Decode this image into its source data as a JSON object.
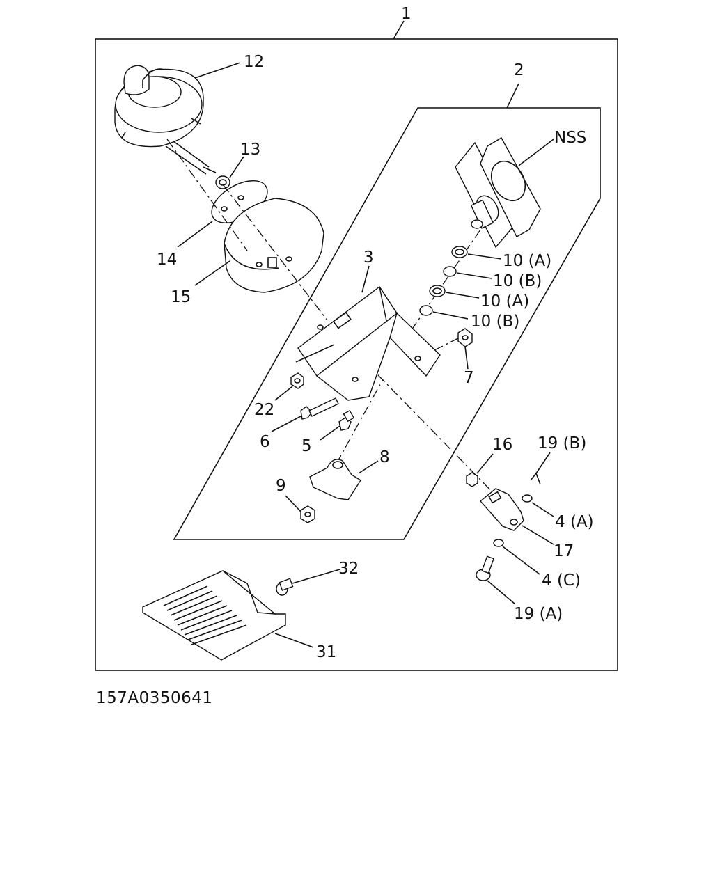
{
  "diagram": {
    "labels": {
      "p1": "1",
      "p2": "2",
      "p3": "3",
      "p4a": "4 (A)",
      "p4c": "4 (C)",
      "p5": "5",
      "p6": "6",
      "p7": "7",
      "p8": "8",
      "p9": "9",
      "p10a_1": "10 (A)",
      "p10b_1": "10 (B)",
      "p10a_2": "10 (A)",
      "p10b_2": "10 (B)",
      "p12": "12",
      "p13": "13",
      "p14": "14",
      "p15": "15",
      "p16": "16",
      "p17": "17",
      "p19a": "19 (A)",
      "p19b": "19 (B)",
      "p22": "22",
      "p31": "31",
      "p32": "32",
      "nss": "NSS"
    },
    "document_id": "157A0350641"
  }
}
